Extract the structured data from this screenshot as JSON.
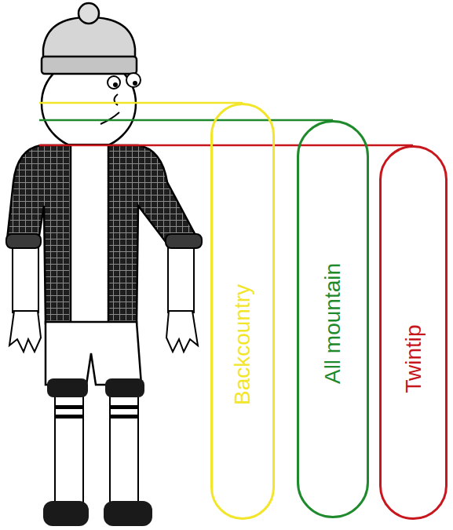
{
  "diagram": {
    "nodes": [
      {
        "text": [
          "Backcountry"
        ]
      },
      {
        "text": [
          "All mountain"
        ]
      },
      {
        "text": [
          "Twintip"
        ]
      }
    ]
  }
}
